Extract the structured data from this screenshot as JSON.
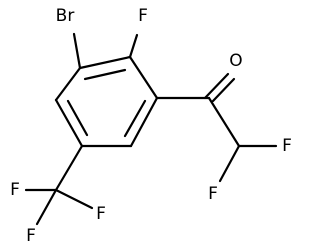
{
  "atoms": {
    "bromine": "Br",
    "ring_fluorine": "F",
    "carbonyl_oxygen": "O",
    "difluoro_f_right": "F",
    "difluoro_f_bottom": "F",
    "cf3_f_left": "F",
    "cf3_f_right": "F",
    "cf3_f_bottom": "F"
  }
}
